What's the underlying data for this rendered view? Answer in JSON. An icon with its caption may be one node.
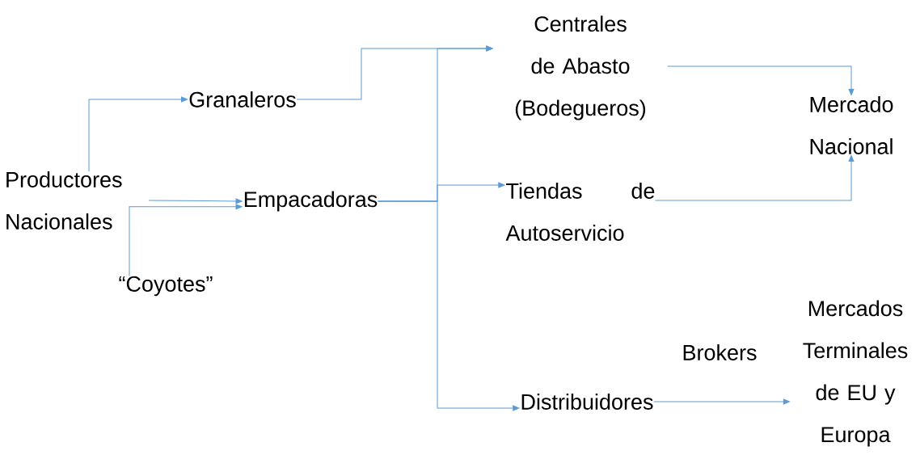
{
  "diagram": {
    "nodes": [
      {
        "text": [
          "Productores Nacionales"
        ]
      },
      {
        "text": [
          "Granaleros"
        ]
      },
      {
        "text": [
          "Empacadoras"
        ]
      },
      {
        "text": [
          "“Coyotes”"
        ]
      },
      {
        "text": [
          "Centrales de Abasto (Bodegueros)"
        ]
      },
      {
        "text": [
          "Tiendas de Autoservicio"
        ]
      },
      {
        "text": [
          "Distribuidores"
        ]
      },
      {
        "text": [
          "Mercado Nacional"
        ]
      },
      {
        "text": [
          "Mercados Terminales de EU y Europa"
        ]
      }
    ],
    "edges": [
      {
        "from": 0,
        "to": 1,
        "arrow": "to"
      },
      {
        "from": 0,
        "to": 2,
        "arrow": "to"
      },
      {
        "from": 3,
        "to": 2,
        "arrow": "to"
      },
      {
        "from": 1,
        "to": 4,
        "arrow": "to"
      },
      {
        "from": 2,
        "to": 4,
        "arrow": "to"
      },
      {
        "from": 2,
        "to": 5,
        "arrow": "to"
      },
      {
        "from": 2,
        "to": 6,
        "arrow": "to"
      },
      {
        "from": 4,
        "to": 7,
        "arrow": "to"
      },
      {
        "from": 5,
        "to": 7,
        "arrow": "to"
      },
      {
        "from": 6,
        "to": 8,
        "arrow": "to",
        "label": "Brokers"
      }
    ]
  }
}
